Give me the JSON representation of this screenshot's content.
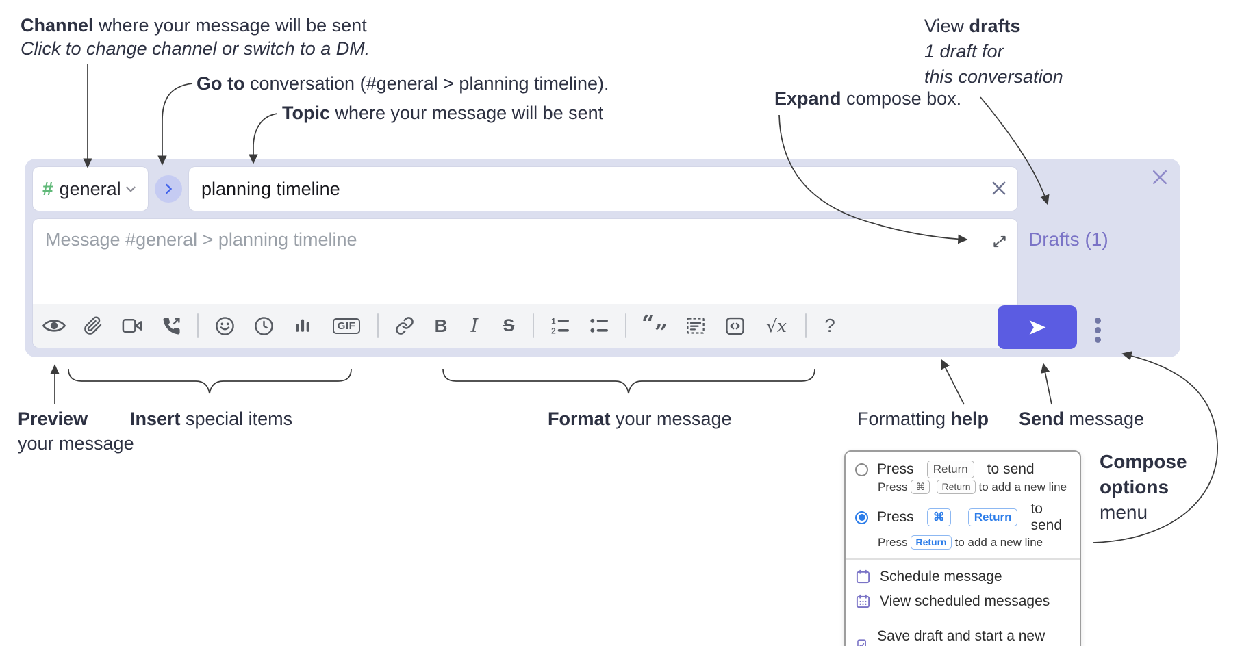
{
  "annotations": {
    "channel": {
      "bold": "Channel",
      "rest": " where your message will be sent",
      "sub": "Click to change channel or switch to a DM."
    },
    "goto": {
      "bold": "Go to",
      "rest": " conversation (#general > planning timeline)."
    },
    "topic": {
      "bold": "Topic",
      "rest": " where your message will be sent"
    },
    "expand": {
      "bold": "Expand",
      "rest": " compose box."
    },
    "drafts": {
      "pre": "View ",
      "bold": "drafts",
      "line2": "1 draft for",
      "line3": "this conversation"
    },
    "preview": {
      "bold": "Preview",
      "line2": "your message"
    },
    "insert": {
      "bold": "Insert",
      "rest": " special items"
    },
    "format": {
      "bold": "Format",
      "rest": " your message"
    },
    "help": {
      "pre": "Formatting ",
      "bold": "help"
    },
    "send": {
      "bold": "Send",
      "rest": " message"
    },
    "compose_options": {
      "line1": "Compose",
      "line2": "options",
      "line3": "menu"
    }
  },
  "compose": {
    "channel_hash": "#",
    "channel_name": "general",
    "topic_value": "planning timeline",
    "message_placeholder": "Message #general > planning timeline",
    "drafts_link": "Drafts (1)",
    "toolbar_labels": {
      "gif": "GIF",
      "bold": "B",
      "italic": "I",
      "strike": "S",
      "quote_open": "“",
      "quote_close": "”",
      "math": "√x",
      "help": "?"
    },
    "toolbar_icons": [
      "preview-eye",
      "attach-file",
      "start-video-call",
      "start-audio-call",
      "emoji",
      "global-time",
      "poll",
      "gif",
      "link",
      "bold",
      "italic",
      "strikethrough",
      "numbered-list",
      "bulleted-list",
      "quote",
      "spoiler",
      "code",
      "math",
      "help"
    ]
  },
  "options_menu": {
    "row1": {
      "pre": "Press",
      "key": "Return",
      "post": "to send",
      "sub_pre": "Press",
      "sub_key1": "⌘",
      "sub_key2": "Return",
      "sub_post": "to add a new line"
    },
    "row2": {
      "pre": "Press",
      "key1": "⌘",
      "key2": "Return",
      "post": "to send",
      "sub_pre": "Press",
      "sub_key": "Return",
      "sub_post": "to add a new line"
    },
    "items": [
      {
        "label": "Schedule message"
      },
      {
        "label": "View scheduled messages"
      },
      {
        "label": "Save draft and start a new message"
      }
    ]
  },
  "colors": {
    "compose_bg": "#dcdfef",
    "send_accent": "#5b5ce2",
    "drafts_purple": "#7a73c6",
    "channel_green": "#61b979",
    "goto_blue": "#4263eb",
    "key_blue": "#2b7ce9",
    "ink": "#2d3142"
  }
}
